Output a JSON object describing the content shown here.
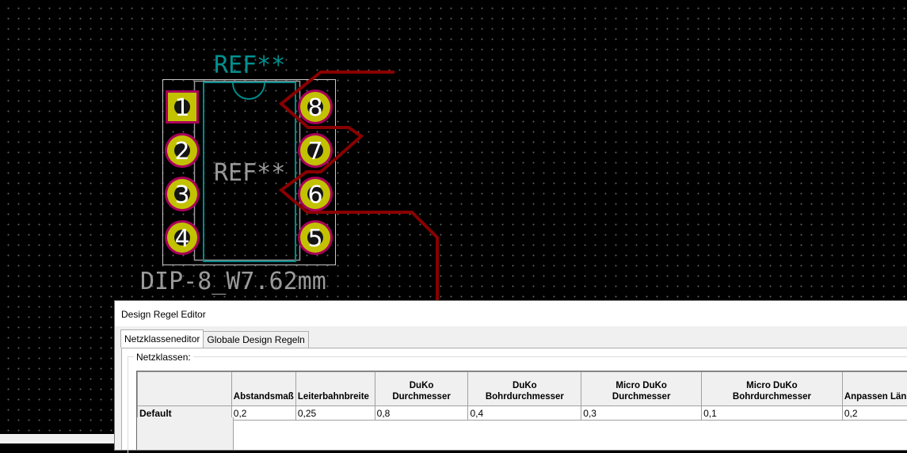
{
  "pcb": {
    "ref_top": "REF**",
    "ref_center": "REF**",
    "footprint_value": "DIP-8_W7.62mm",
    "pins_left": [
      "1",
      "2",
      "3",
      "4"
    ],
    "pins_right": [
      "8",
      "7",
      "6",
      "5"
    ],
    "colors": {
      "background": "#000000",
      "grid_dot": "#5e5e5e",
      "courtyard": "#c8c8c8",
      "fab_outline": "#008a8a",
      "silk_ref": "#009090",
      "pad_fill": "#c2c200",
      "pad_ring": "#a8005a",
      "track": "#8a0000"
    }
  },
  "dialog": {
    "title": "Design Regel Editor",
    "tabs": [
      {
        "label": "Netzklasseneditor",
        "active": true
      },
      {
        "label": "Globale Design Regeln",
        "active": false
      }
    ],
    "group_label": "Netzklassen:",
    "table": {
      "columns": [
        "Abstandsmaß",
        "Leiterbahnbreite",
        "DuKo\nDurchmesser",
        "DuKo\nBohrdurchmesser",
        "Micro DuKo\nDurchmesser",
        "Micro DuKo\nBohrdurchmesser",
        "Anpassen Län"
      ],
      "rows": [
        {
          "label": "Default",
          "values": [
            "0,2",
            "0,25",
            "0,8",
            "0,4",
            "0,3",
            "0,1",
            "0,2"
          ]
        }
      ]
    }
  }
}
